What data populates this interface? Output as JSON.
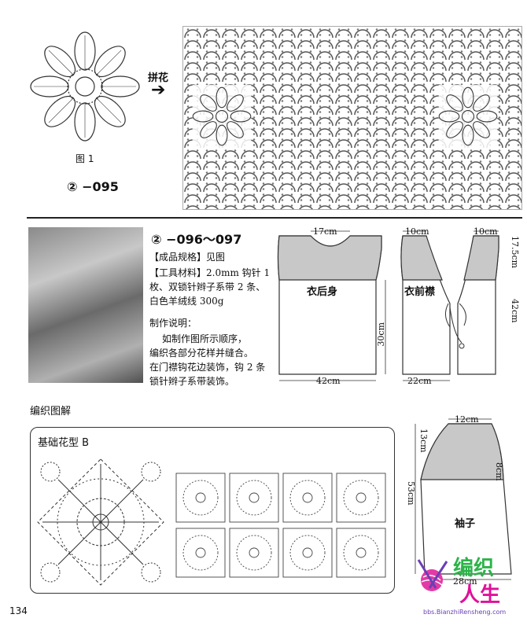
{
  "top": {
    "arrow_label": "拼花",
    "figure_label": "图 1",
    "code": "② −095"
  },
  "middle": {
    "code": "② −096～097",
    "spec": "【成品规格】见图",
    "tools_lines": [
      "【工具材料】2.0mm 钩针 1",
      "枚、双锁针辫子系带 2 条、",
      "白色羊绒线 300g"
    ],
    "instr_title": "制作说明：",
    "instr_lines": [
      "如制作图所示顺序，",
      "编织各部分花样并缝合。",
      "在门襟钩花边装饰，钩 2 条",
      "锁针辫子系带装饰。"
    ],
    "back": {
      "label": "衣后身",
      "neck": "17cm",
      "height": "30cm",
      "width": "42cm"
    },
    "front": {
      "label": "衣前襟",
      "shoulder_left": "10cm",
      "shoulder_right": "10cm",
      "armhole": "17.5cm",
      "length": "42cm",
      "width": "22cm"
    }
  },
  "bottom": {
    "section_title": "编织图解",
    "pattern_title": "基础花型 B",
    "sleeve": {
      "label": "袖子",
      "top": "12cm",
      "cap": "13cm",
      "side": "8cm",
      "length": "53cm",
      "bottom": "28cm"
    }
  },
  "page_number": "134",
  "logo": {
    "text_a": "编织",
    "text_b": "人生",
    "url": "bbs.BianzhiRensheng.com"
  }
}
